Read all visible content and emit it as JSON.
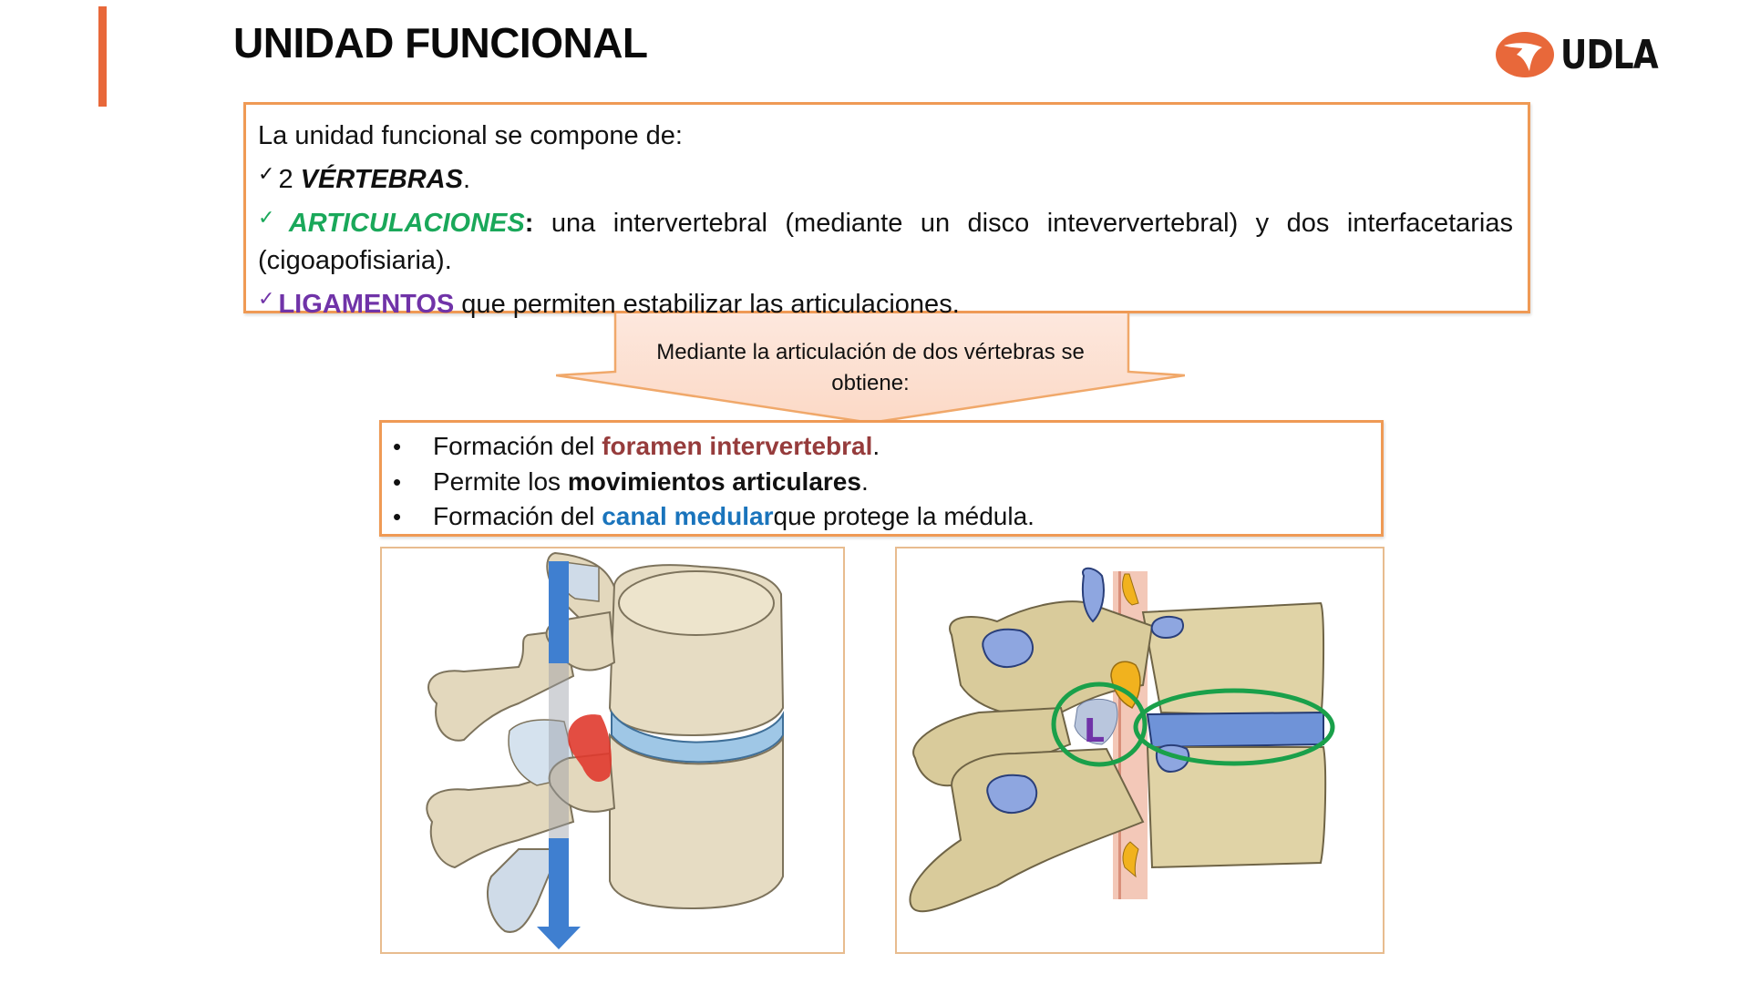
{
  "slide": {
    "title": "UNIDAD FUNCIONAL",
    "accent_color": "#e8683a",
    "border_color": "#ef9a55"
  },
  "logo": {
    "text": "UDLA",
    "mark_icon": "udla-logo-mark",
    "mark_color": "#e8683a"
  },
  "components": {
    "intro": "La unidad funcional se compone de:",
    "items": [
      {
        "check_icon": "checkmark",
        "check_color": "#111111",
        "lead": "2 ",
        "keyword": "VÉRTEBRAS",
        "keyword_color": "#111111",
        "rest": "."
      },
      {
        "check_icon": "checkmark",
        "check_color": "#1aa85a",
        "keyword": "ARTICULACIONES",
        "keyword_color": "#1aa85a",
        "colon": ":",
        "rest_line1": " una intervertebral (mediante un disco inteververtebral) y dos interfacetarias",
        "rest_line2": "(cigoapofisiaria)."
      },
      {
        "check_icon": "checkmark",
        "check_color": "#7033a8",
        "keyword": "LIGAMENTOS",
        "keyword_color": "#7033a8",
        "rest": " que permiten estabilizar las articulaciones."
      }
    ]
  },
  "callout": {
    "text": "Mediante la articulación de dos vértebras se obtiene:",
    "fill_color": "#fde3d6"
  },
  "results": {
    "items": [
      {
        "bullet": "•",
        "before": "Formación del ",
        "highlight": "foramen intervertebral",
        "highlight_color": "#963c3c",
        "after": "."
      },
      {
        "bullet": "•",
        "before": "Permite los ",
        "highlight": "movimientos articulares",
        "highlight_color": "#111111",
        "after": "."
      },
      {
        "bullet": "•",
        "before": "Formación del ",
        "highlight": "canal medular",
        "highlight_color": "#1a74bc",
        "after": " que protege la médula."
      }
    ]
  },
  "images": {
    "left": {
      "description": "Lumbar vertebrae lateral view with blue downward arrow through vertebral canal and red highlighted intervertebral foramen",
      "arrow_color": "#3f7fd0",
      "foramen_color": "#e03a2e",
      "disc_color": "#9fc7e6"
    },
    "right": {
      "description": "Lumbar vertebrae lateral view with green ellipses around facet joint and intervertebral disc",
      "label": "L",
      "label_color": "#7033a8",
      "ellipse_color": "#1aa04a",
      "disc_color": "#6f93d8"
    }
  }
}
